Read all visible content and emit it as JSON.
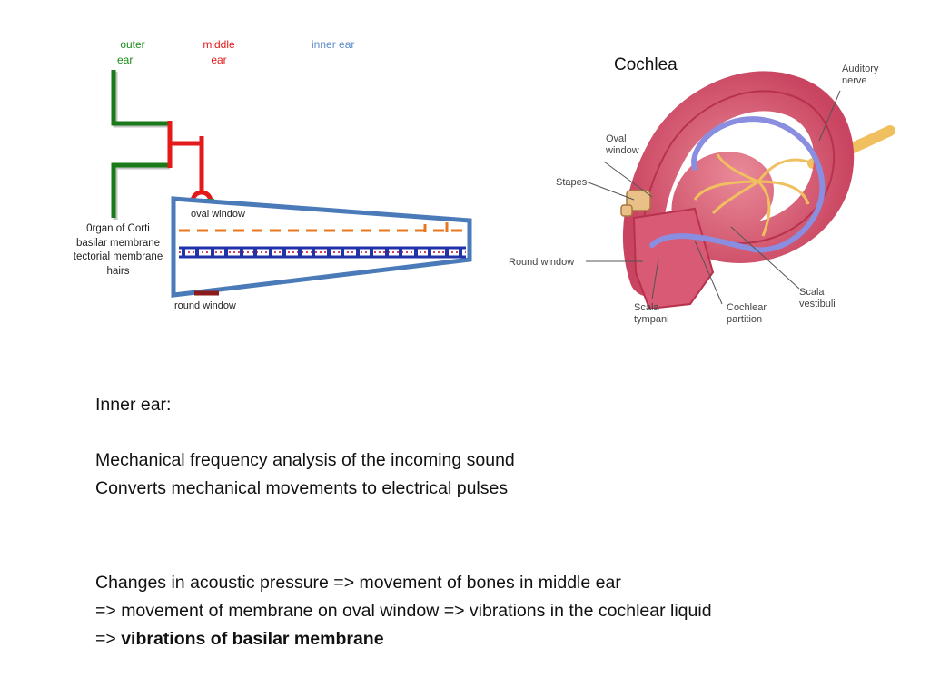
{
  "schematic": {
    "outer_ear": [
      "outer",
      "ear"
    ],
    "middle_ear": [
      "middle",
      "ear"
    ],
    "inner_ear": "inner ear",
    "oval_window": "oval window",
    "round_window": "round window",
    "organ_labels": [
      "0rgan of Corti",
      "basilar membrane",
      "tectorial membrane",
      "hairs"
    ],
    "colors": {
      "outer": "#1a7a1a",
      "middle": "#e41a1a",
      "inner": "#4a7ab8",
      "dashed": "#e87722",
      "membrane": "#2233aa",
      "round_window": "#8b1a1a"
    }
  },
  "cochlea_figure": {
    "title": "Cochlea",
    "labels": {
      "auditory_nerve": [
        "Auditory",
        "nerve"
      ],
      "oval_window": [
        "Oval",
        "window"
      ],
      "stapes": "Stapes",
      "round_window": "Round window",
      "scala_tympani": [
        "Scala",
        "tympani"
      ],
      "cochlear_partition": [
        "Cochlear",
        "partition"
      ],
      "scala_vestibuli": [
        "Scala",
        "vestibuli"
      ]
    }
  },
  "text": {
    "heading": "Inner ear:",
    "line1": "Mechanical frequency analysis of the incoming sound",
    "line2": "Converts mechanical movements to electrical pulses",
    "line3": "Changes in acoustic pressure => movement of bones in middle ear",
    "line4": "=> movement of membrane on oval window => vibrations in the cochlear liquid",
    "line5_prefix": "=> ",
    "line5_bold": "vibrations of basilar membrane"
  }
}
